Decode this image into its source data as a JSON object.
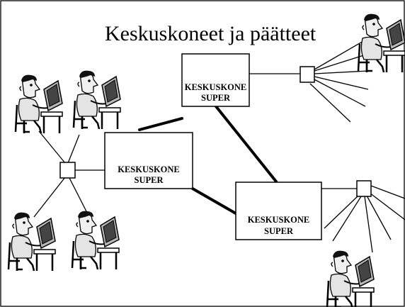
{
  "slide": {
    "title": "Keskuskoneet ja päätteet",
    "mainframes": [
      {
        "id": "top",
        "line1": "KESKUSKONE",
        "line2": "SUPER"
      },
      {
        "id": "left",
        "line1": "KESKUSKONE",
        "line2": "SUPER"
      },
      {
        "id": "bottom",
        "line1": "KESKUSKONE",
        "line2": "SUPER"
      }
    ]
  }
}
